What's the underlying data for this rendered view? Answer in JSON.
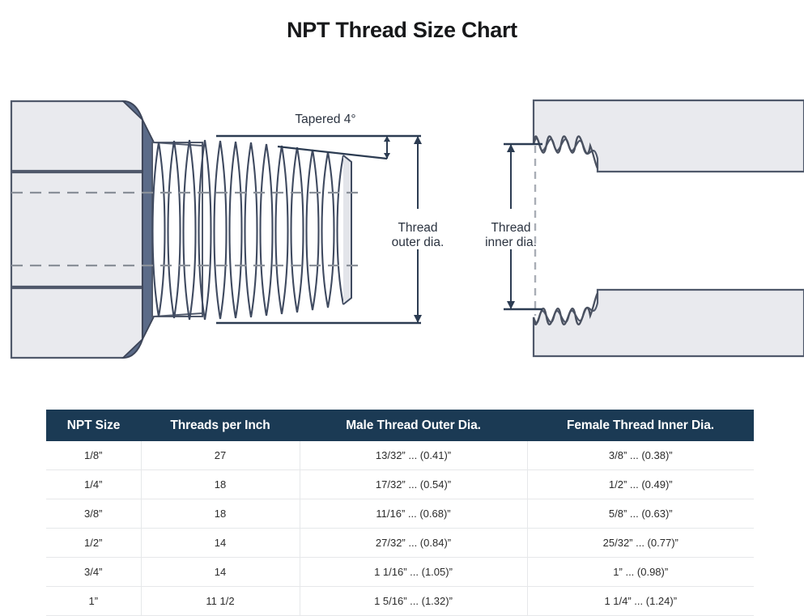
{
  "title": "NPT Thread Size Chart",
  "diagram": {
    "taper_label": "Tapered 4°",
    "outer_dia_label_line1": "Thread",
    "outer_dia_label_line2": "outer dia.",
    "inner_dia_label_line1": "Thread",
    "inner_dia_label_line2": "inner dia."
  },
  "colors": {
    "header_bg": "#1b3a54",
    "body_fill": "#e9eaee",
    "outline": "#4a5568",
    "hex_shade": "#5b6b88",
    "grid_line": "#e6e8ea",
    "text": "#2b2b2b"
  },
  "table": {
    "columns": [
      "NPT Size",
      "Threads per Inch",
      "Male Thread Outer Dia.",
      "Female Thread Inner Dia."
    ],
    "rows": [
      [
        "1/8”",
        "27",
        "13/32” ... (0.41)”",
        "3/8” ... (0.38)”"
      ],
      [
        "1/4”",
        "18",
        "17/32” ... (0.54)”",
        "1/2” ... (0.49)”"
      ],
      [
        "3/8”",
        "18",
        "11/16” ... (0.68)”",
        "5/8” ... (0.63)”"
      ],
      [
        "1/2”",
        "14",
        "27/32” ... (0.84)”",
        "25/32” ... (0.77)”"
      ],
      [
        "3/4”",
        "14",
        "1 1/16” ... (1.05)”",
        "1” ... (0.98)”"
      ],
      [
        "1”",
        "11 1/2",
        "1 5/16” ... (1.32)”",
        "1 1/4” ... (1.24)”"
      ]
    ]
  }
}
